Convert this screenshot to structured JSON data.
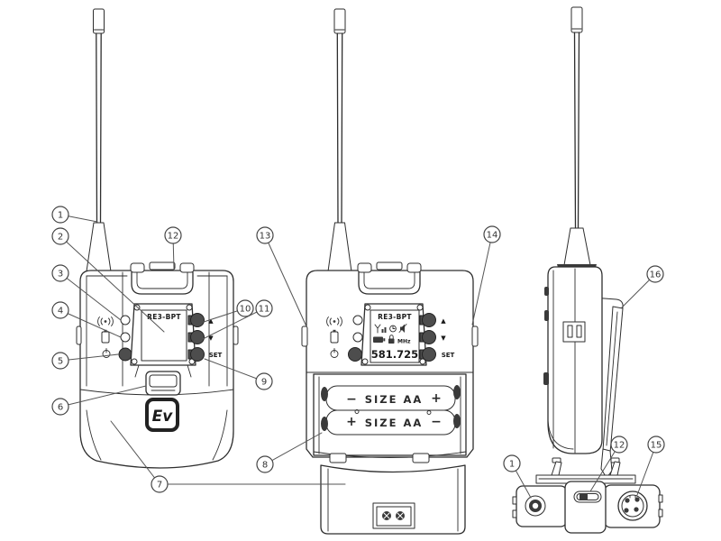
{
  "figure": {
    "kind": "technical-line-diagram",
    "subject": "Bodypack transmitter shown in front, open-battery, side and bottom views",
    "ink_color": "#2e2e2e",
    "button_fill_color": "#4d4d4d",
    "background_color": "#ffffff"
  },
  "device": {
    "logo": "Ev"
  },
  "front_view": {
    "display_label": "RE3-BPT",
    "up_label": "▲",
    "down_label": "▼",
    "set_label": "SET"
  },
  "open_view": {
    "display_label": "RE3-BPT",
    "frequency": "581.725",
    "frequency_unit": "MHz",
    "up_label": "▲",
    "down_label": "▼",
    "set_label": "SET",
    "battery_top": {
      "left_sign": "−",
      "size_label": "SIZE AA",
      "right_sign": "+"
    },
    "battery_bottom": {
      "left_sign": "+",
      "size_label": "SIZE AA",
      "right_sign": "−"
    }
  },
  "callouts": [
    {
      "label": "1"
    },
    {
      "label": "2"
    },
    {
      "label": "3"
    },
    {
      "label": "4"
    },
    {
      "label": "5"
    },
    {
      "label": "6"
    },
    {
      "label": "7"
    },
    {
      "label": "8"
    },
    {
      "label": "9"
    },
    {
      "label": "10"
    },
    {
      "label": "11"
    },
    {
      "label": "12"
    },
    {
      "label": "13"
    },
    {
      "label": "14"
    },
    {
      "label": "16"
    },
    {
      "label": "1"
    },
    {
      "label": "12"
    },
    {
      "label": "15"
    }
  ]
}
